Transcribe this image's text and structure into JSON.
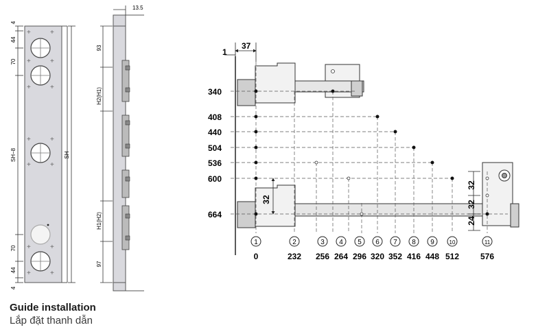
{
  "caption": {
    "title": "Guide installation",
    "subtitle": "Lắp đặt thanh dẫn"
  },
  "left_panel": {
    "dim_top": "44",
    "dim_upper": "70",
    "dim_mid": "SH−8",
    "dim_lower": "70",
    "dim_bottom": "44",
    "dim_total": "SH",
    "dim_edge_top": "4",
    "dim_edge_bottom": "4"
  },
  "side_view": {
    "dim_top_offset": "13.5",
    "dim_93": "93",
    "label_h2": "H2(H1)",
    "label_h1": "H1(H2)",
    "dim_97": "97"
  },
  "right_diagram": {
    "dim_37": "37",
    "dim_1": "1",
    "row_labels": [
      "340",
      "408",
      "440",
      "504",
      "536",
      "600",
      "664"
    ],
    "columns": [
      {
        "num": "1",
        "value": "0"
      },
      {
        "num": "2",
        "value": "232"
      },
      {
        "num": "3",
        "value": "256"
      },
      {
        "num": "4",
        "value": "264"
      },
      {
        "num": "5",
        "value": "296"
      },
      {
        "num": "6",
        "value": "320"
      },
      {
        "num": "7",
        "value": "352"
      },
      {
        "num": "8",
        "value": "416"
      },
      {
        "num": "9",
        "value": "448"
      },
      {
        "num": "10",
        "value": "512"
      },
      {
        "num": "11",
        "value": "576"
      }
    ],
    "dim_32_left": "32",
    "dim_32_r1": "32",
    "dim_32_r2": "32",
    "dim_24": "24"
  }
}
